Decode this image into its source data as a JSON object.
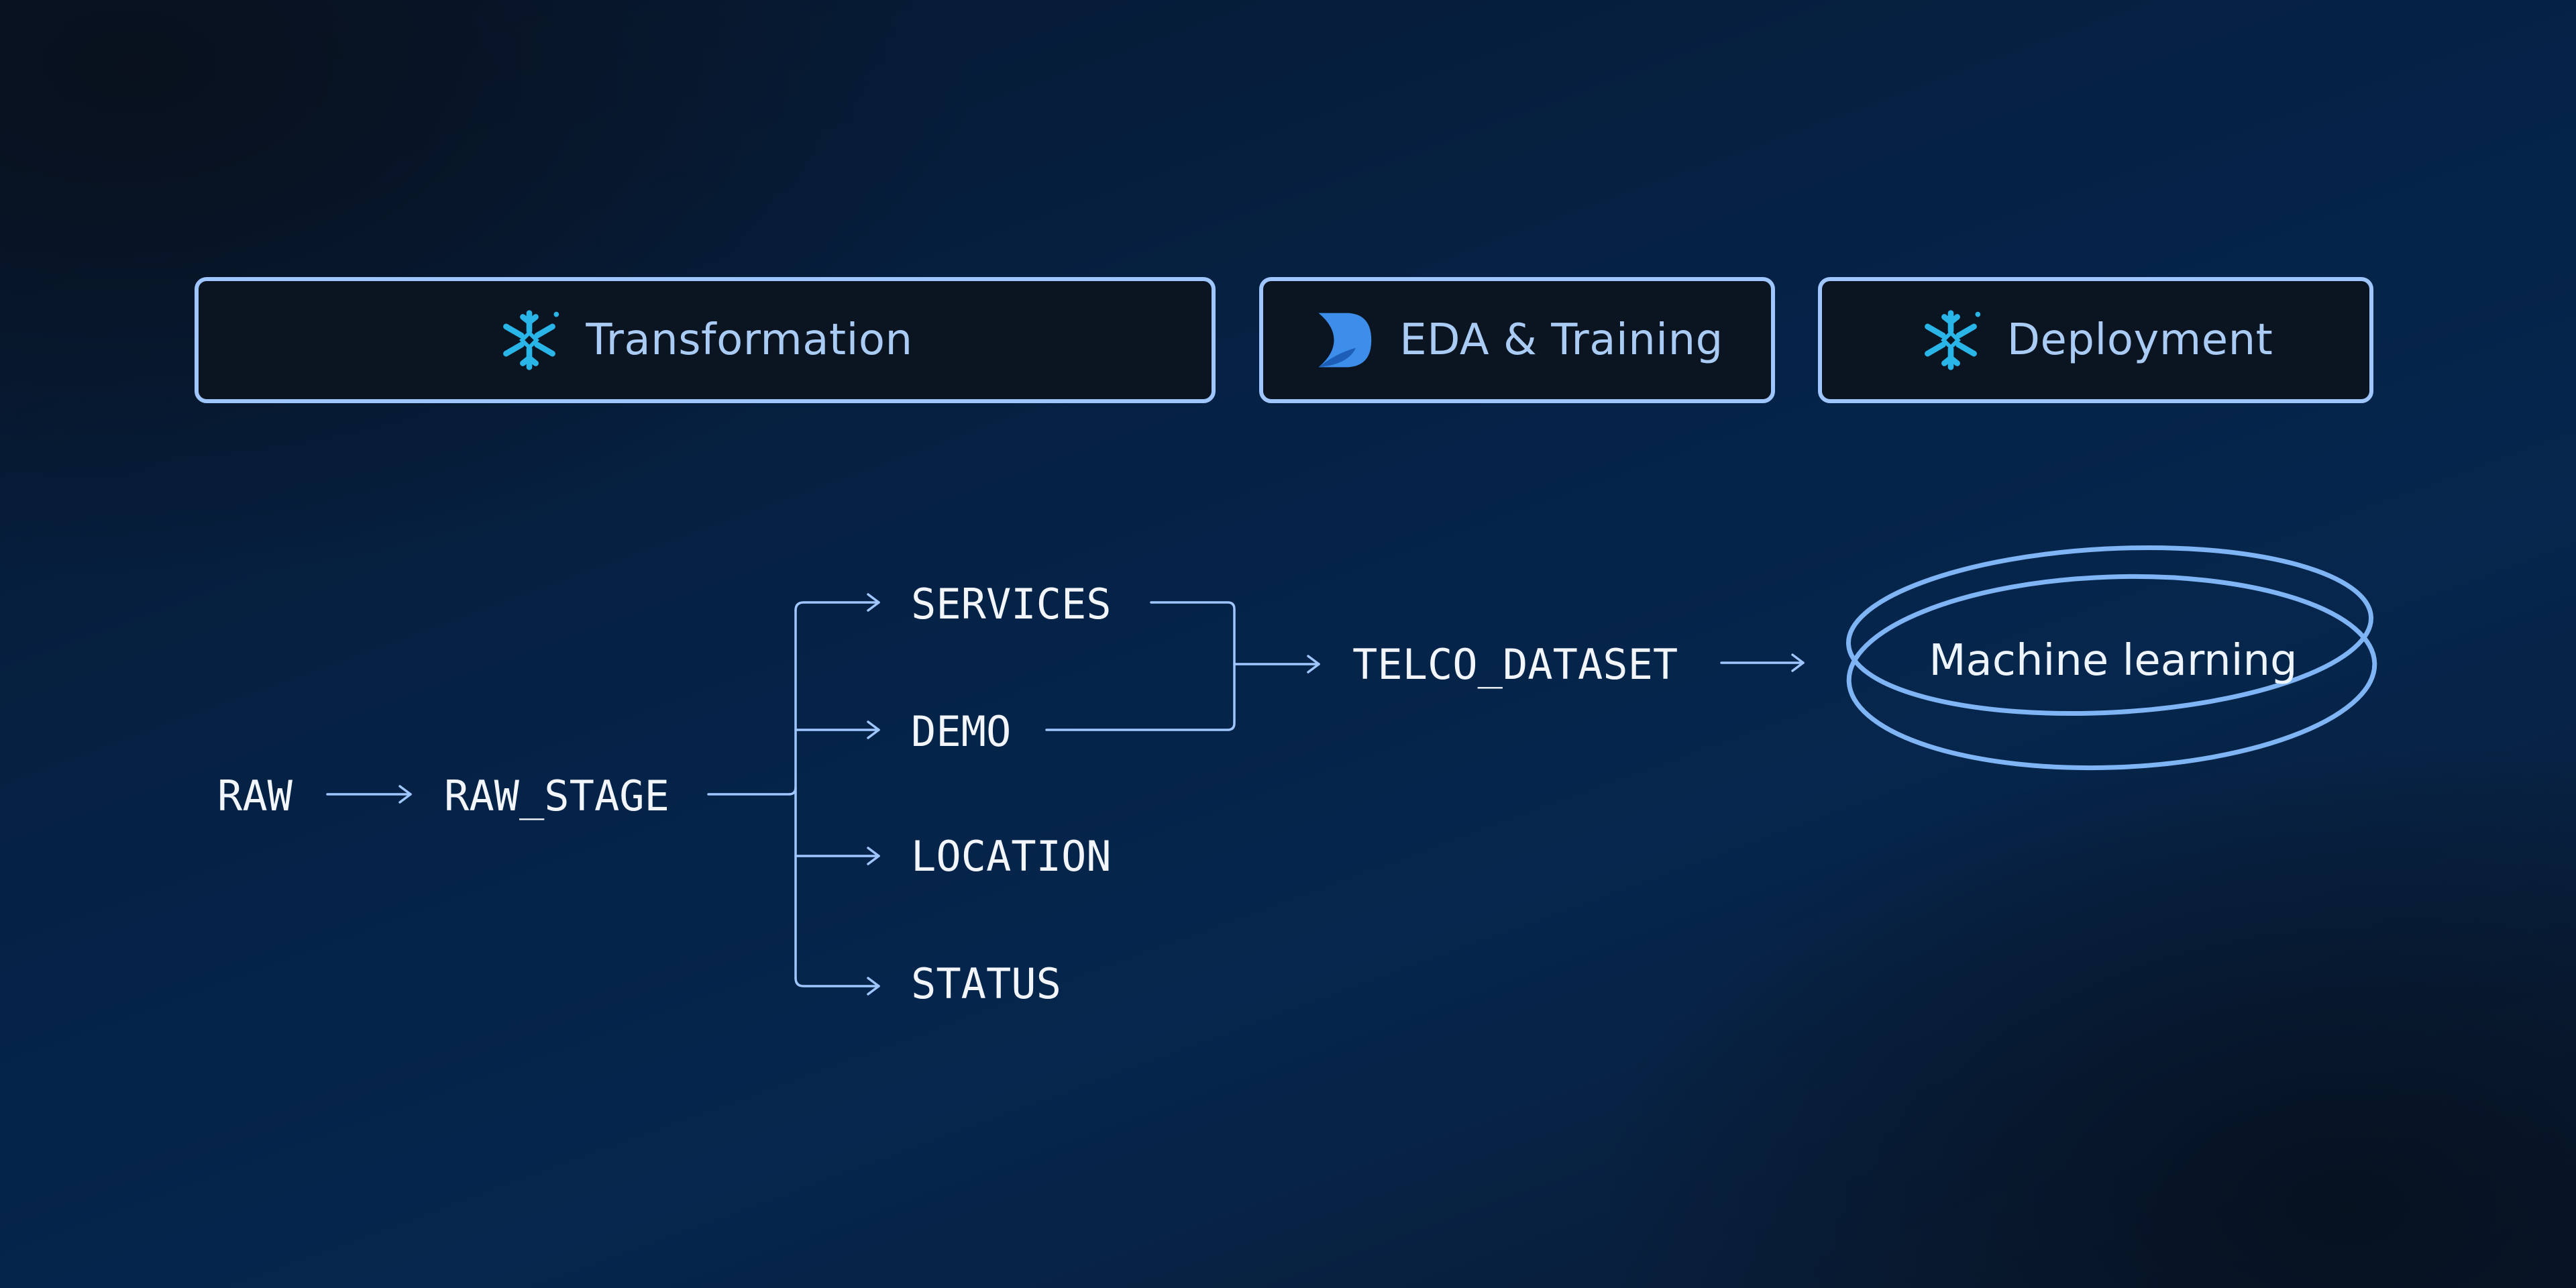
{
  "stages": [
    {
      "label": "Transformation",
      "icon": "snowflake-icon"
    },
    {
      "label": "EDA & Training",
      "icon": "hex-logo-icon"
    },
    {
      "label": "Deployment",
      "icon": "snowflake-icon"
    }
  ],
  "pipeline": {
    "raw": "RAW",
    "raw_stage": "RAW_STAGE",
    "tables": [
      "SERVICES",
      "DEMO",
      "LOCATION",
      "STATUS"
    ],
    "dataset": "TELCO_DATASET",
    "output": "Machine learning"
  },
  "colors": {
    "stage_border": "#9fc6ff",
    "stage_text": "#a9cbf4",
    "snowflake": "#29b5e8",
    "hex_logo": "#3d8eea",
    "wire": "#9fc6ff"
  }
}
